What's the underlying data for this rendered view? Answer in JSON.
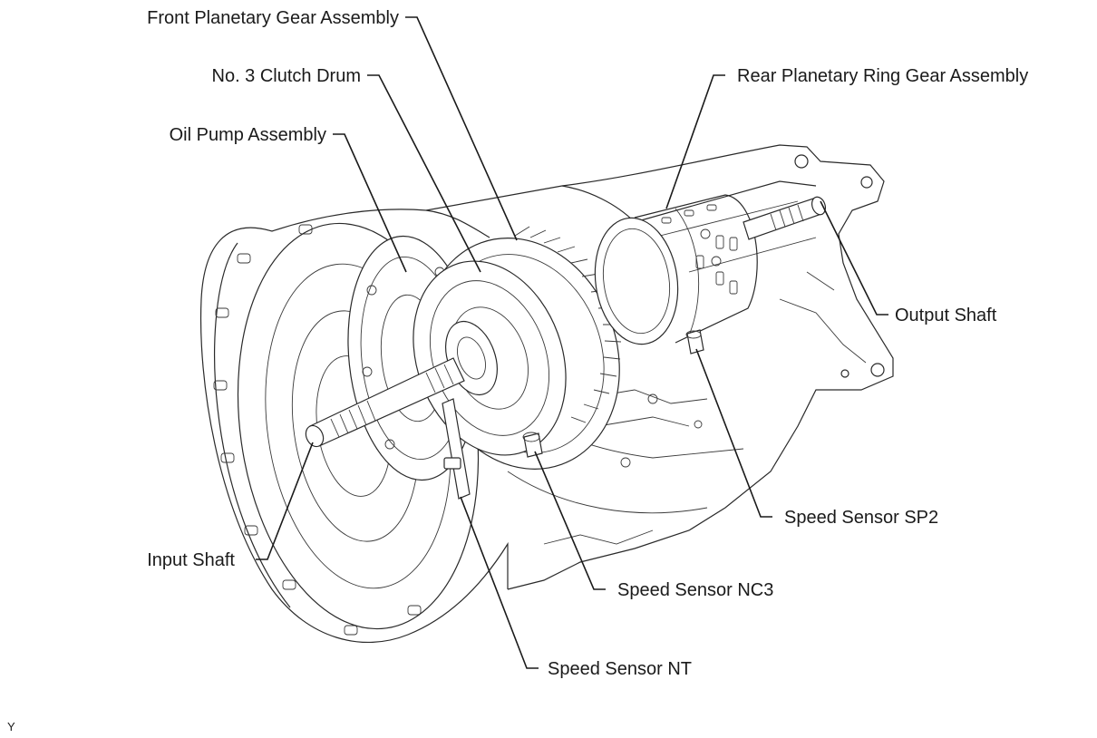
{
  "diagram": {
    "labels": {
      "front_planetary": "Front Planetary Gear Assembly",
      "no3_clutch_drum": "No. 3 Clutch Drum",
      "oil_pump": "Oil Pump Assembly",
      "rear_planetary": "Rear Planetary Ring Gear Assembly",
      "output_shaft": "Output Shaft",
      "speed_sensor_sp2": "Speed Sensor SP2",
      "input_shaft": "Input Shaft",
      "speed_sensor_nc3": "Speed Sensor NC3",
      "speed_sensor_nt": "Speed Sensor NT"
    },
    "figure_code": "Y",
    "line_color": "#1a1a1a",
    "background": "#ffffff"
  }
}
